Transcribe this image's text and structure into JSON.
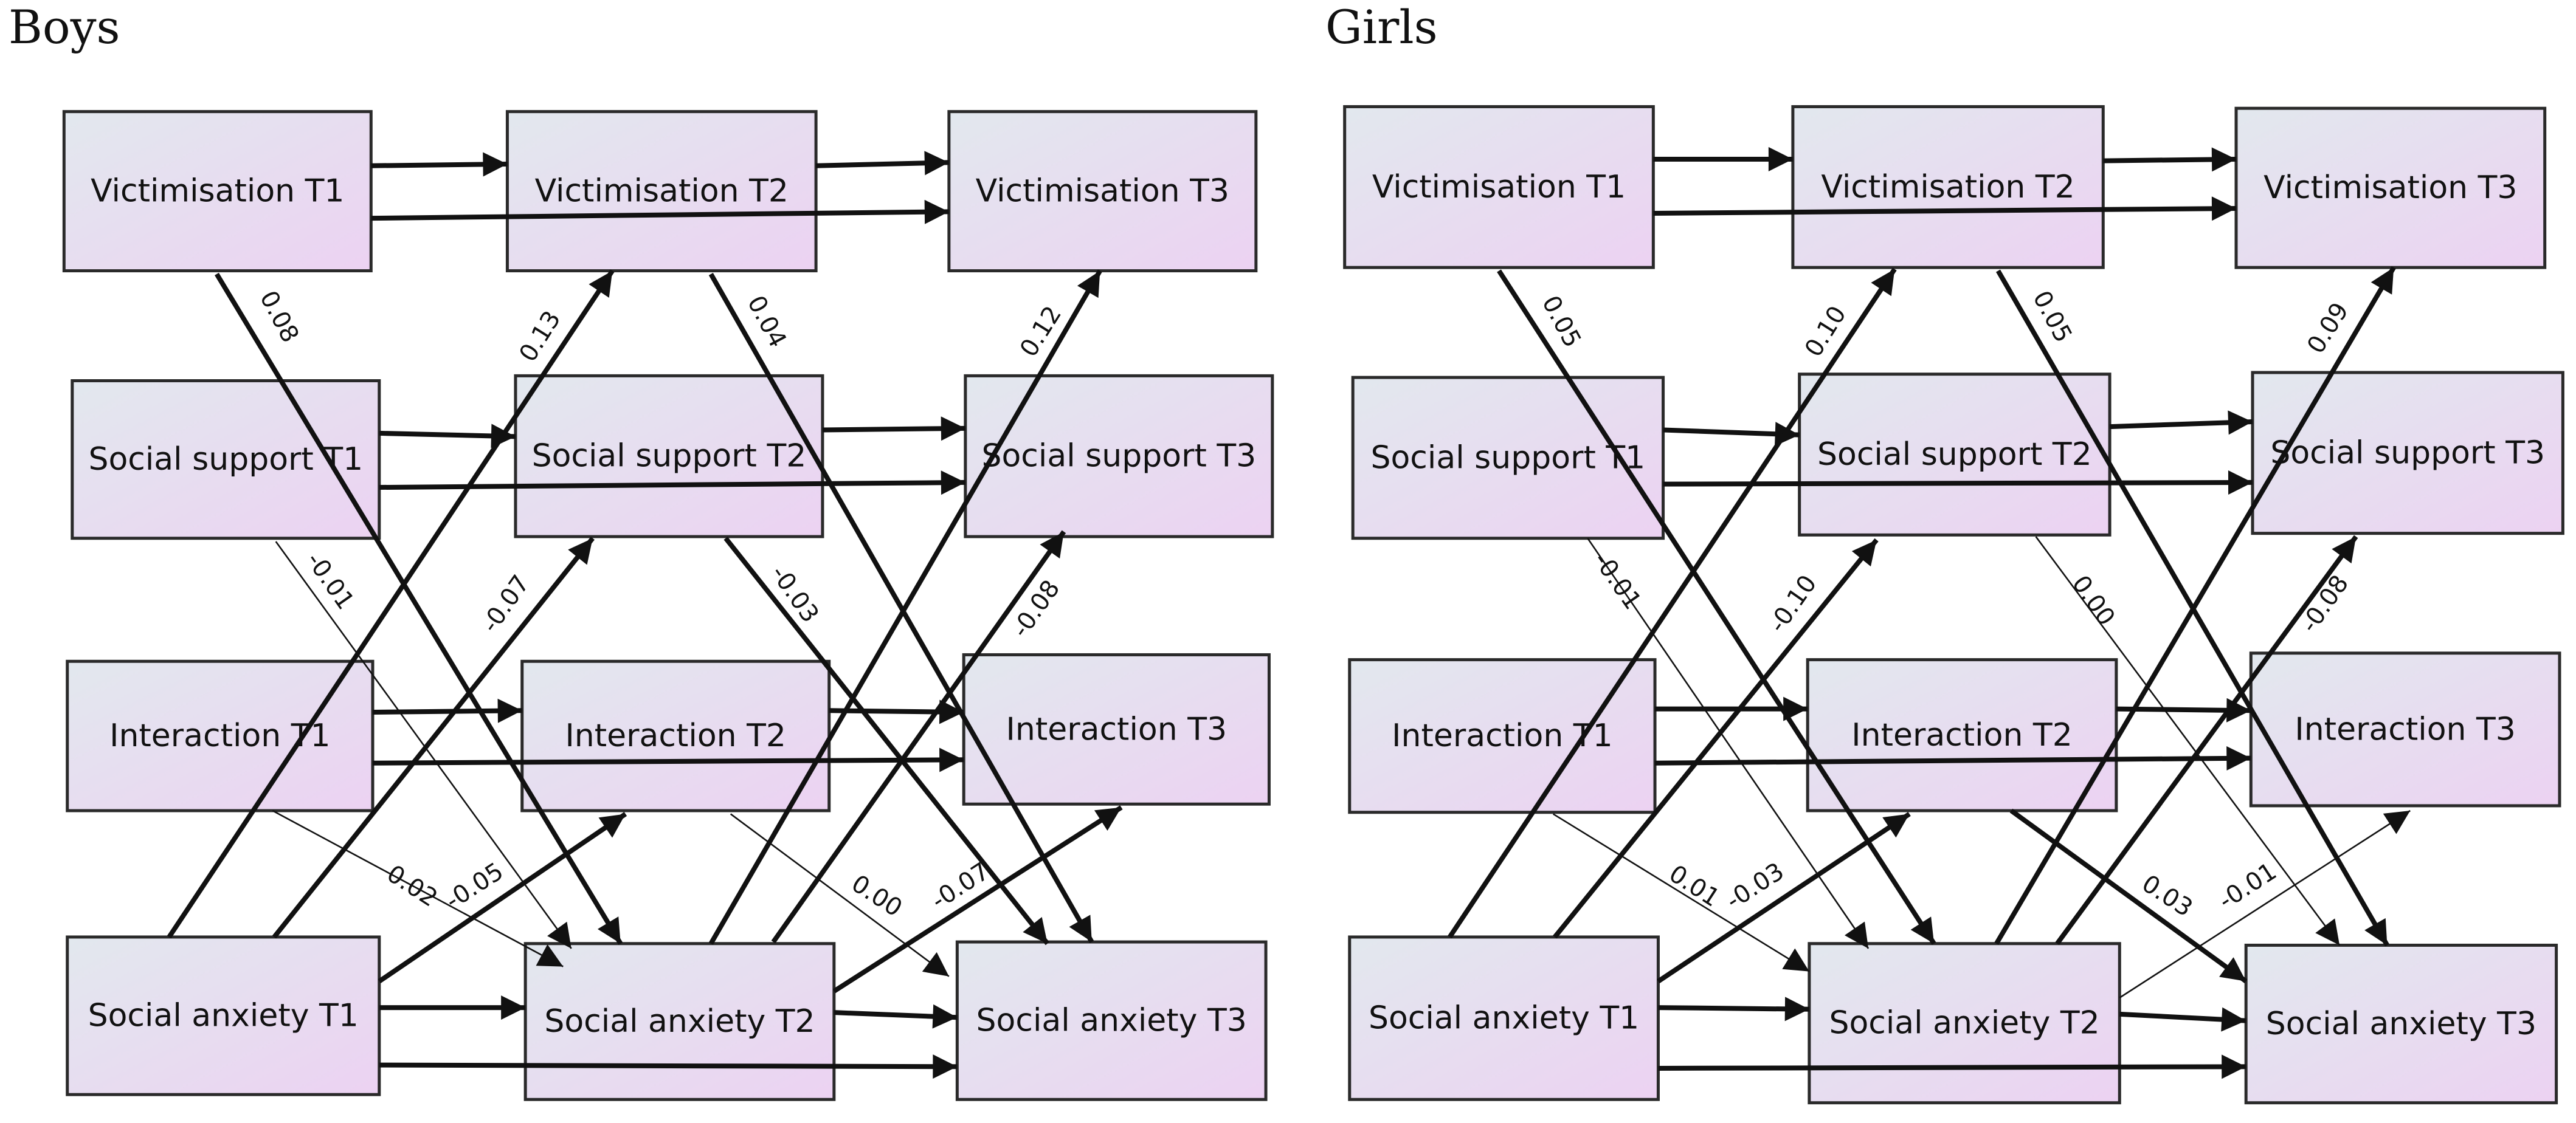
{
  "colors": {
    "node_left": "#e2e8ee",
    "node_right": "#ecd2f2",
    "stroke": "#2a2a2a",
    "edge": "#111111"
  },
  "panels": [
    {
      "id": "boys",
      "title": "Boys",
      "nodes": [
        {
          "id": "v1",
          "label": "Victimisation T1"
        },
        {
          "id": "v2",
          "label": "Victimisation T2"
        },
        {
          "id": "v3",
          "label": "Victimisation T3"
        },
        {
          "id": "s1",
          "label": "Social support T1"
        },
        {
          "id": "s2",
          "label": "Social support T2"
        },
        {
          "id": "s3",
          "label": "Social support T3"
        },
        {
          "id": "i1",
          "label": "Interaction T1"
        },
        {
          "id": "i2",
          "label": "Interaction T2"
        },
        {
          "id": "i3",
          "label": "Interaction T3"
        },
        {
          "id": "a1",
          "label": "Social anxiety T1"
        },
        {
          "id": "a2",
          "label": "Social anxiety T2"
        },
        {
          "id": "a3",
          "label": "Social anxiety T3"
        }
      ],
      "edge_labels": [
        "0.08",
        "0.13",
        "0.04",
        "0.12",
        "-0.01",
        "-0.07",
        "-0.03",
        "-0.08",
        "0.02",
        "-0.05",
        "0.00",
        "-0.07"
      ]
    },
    {
      "id": "girls",
      "title": "Girls",
      "nodes": [
        {
          "id": "v1",
          "label": "Victimisation T1"
        },
        {
          "id": "v2",
          "label": "Victimisation T2"
        },
        {
          "id": "v3",
          "label": "Victimisation T3"
        },
        {
          "id": "s1",
          "label": "Social support T1"
        },
        {
          "id": "s2",
          "label": "Social support T2"
        },
        {
          "id": "s3",
          "label": "Social support T3"
        },
        {
          "id": "i1",
          "label": "Interaction T1"
        },
        {
          "id": "i2",
          "label": "Interaction T2"
        },
        {
          "id": "i3",
          "label": "Interaction T3"
        },
        {
          "id": "a1",
          "label": "Social anxiety T1"
        },
        {
          "id": "a2",
          "label": "Social anxiety T2"
        },
        {
          "id": "a3",
          "label": "Social anxiety T3"
        }
      ],
      "edge_labels": [
        "0.05",
        "0.10",
        "0.05",
        "0.09",
        "-0.01",
        "-0.10",
        "0.00",
        "-0.08",
        "0.01",
        "-0.03",
        "0.03",
        "-0.01"
      ]
    }
  ]
}
